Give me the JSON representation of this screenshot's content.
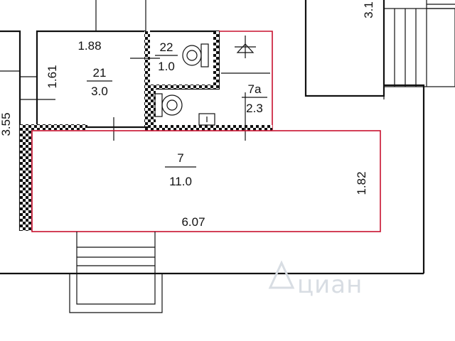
{
  "rooms": {
    "r21": {
      "number": "21",
      "area": "3.0"
    },
    "r22": {
      "number": "22",
      "area": "1.0"
    },
    "r7a": {
      "number": "7a",
      "area": "2.3"
    },
    "r7": {
      "number": "7",
      "area": "11.0"
    }
  },
  "dimensions": {
    "top_188": "1.88",
    "left_161": "1.61",
    "left_355": "3.55",
    "right_182": "1.82",
    "bottom_607": "6.07",
    "corner_31": "3.1"
  },
  "watermark": "циан",
  "colors": {
    "wall": "#111111",
    "highlight": "#c8102e",
    "watermark": "#d8dde3"
  }
}
